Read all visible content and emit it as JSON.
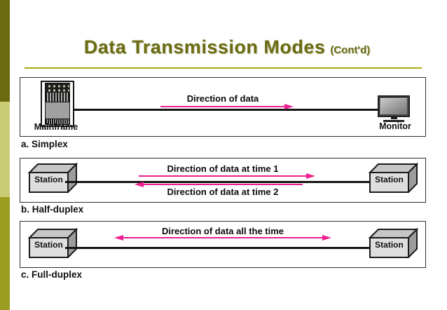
{
  "title": {
    "main": "Data Transmission Modes",
    "suffix": "(Cont'd)"
  },
  "colors": {
    "title": "#6b6b12",
    "underline": "#a9a70e",
    "arrow": "#ed1f8f",
    "sidebar_dark": "#6c6a10",
    "sidebar_light": "#c9cc74",
    "sidebar_mid": "#9a9d20"
  },
  "diagrams": [
    {
      "caption": "a. Simplex",
      "left_node": "Mainframe",
      "right_node": "Monitor",
      "arrows": [
        {
          "label": "Direction of data",
          "direction": "right"
        }
      ]
    },
    {
      "caption": "b. Half-duplex",
      "left_node": "Station",
      "right_node": "Station",
      "arrows": [
        {
          "label": "Direction of data at time 1",
          "direction": "right"
        },
        {
          "label": "Direction of data at time 2",
          "direction": "left"
        }
      ]
    },
    {
      "caption": "c. Full-duplex",
      "left_node": "Station",
      "right_node": "Station",
      "arrows": [
        {
          "label": "Direction of data all the time",
          "direction": "both"
        }
      ]
    }
  ]
}
